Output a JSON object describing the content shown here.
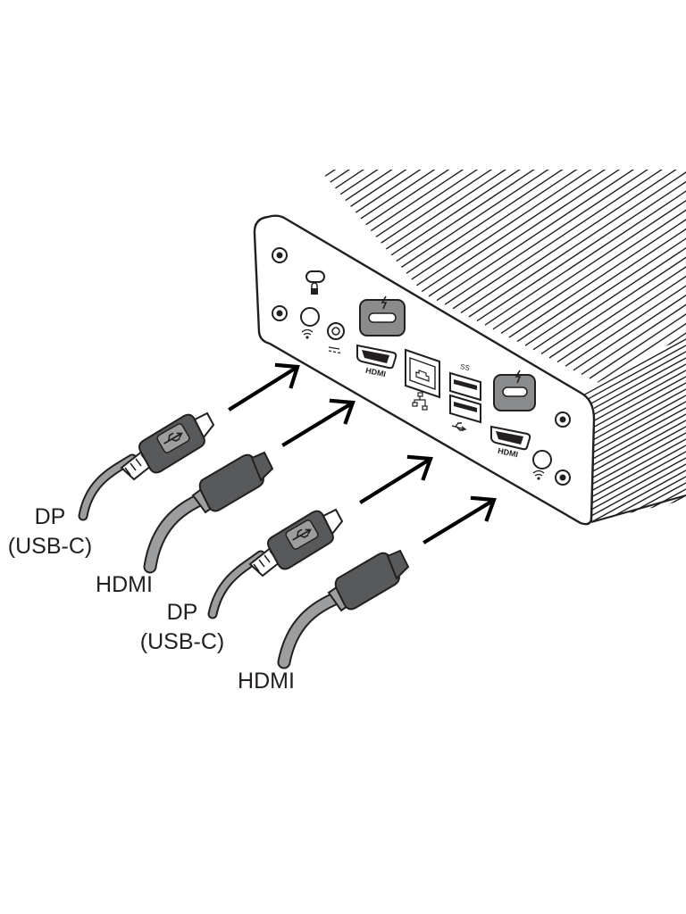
{
  "figure": {
    "title": "Connecting displays to the mini PC rear panel"
  },
  "cables": [
    {
      "id": "dp1",
      "type": "usb-c",
      "label_lines": [
        "DP",
        "(USB-C)"
      ]
    },
    {
      "id": "hdmi1",
      "type": "hdmi",
      "label_lines": [
        "HDMI"
      ]
    },
    {
      "id": "dp2",
      "type": "usb-c",
      "label_lines": [
        "DP",
        "(USB-C)"
      ]
    },
    {
      "id": "hdmi2",
      "type": "hdmi",
      "label_lines": [
        "HDMI"
      ]
    }
  ],
  "ports": [
    {
      "id": "usb-c-1",
      "icon": "lightning-icon"
    },
    {
      "id": "hdmi-1",
      "label": "HDMI"
    },
    {
      "id": "usb-c-2",
      "icon": "lightning-icon"
    },
    {
      "id": "hdmi-2",
      "label": "HDMI"
    },
    {
      "id": "ethernet",
      "icon": "network-icon"
    },
    {
      "id": "usb-a-ss",
      "label": "SS"
    },
    {
      "id": "usb-a",
      "icon": "usb-icon"
    },
    {
      "id": "dc-in",
      "icon": "dc-power-icon"
    }
  ],
  "colors": {
    "outline": "#231f20",
    "port_gray": "#8a8b8c",
    "plug_gray": "#58595b",
    "cable_gray": "#9c9d9f"
  }
}
